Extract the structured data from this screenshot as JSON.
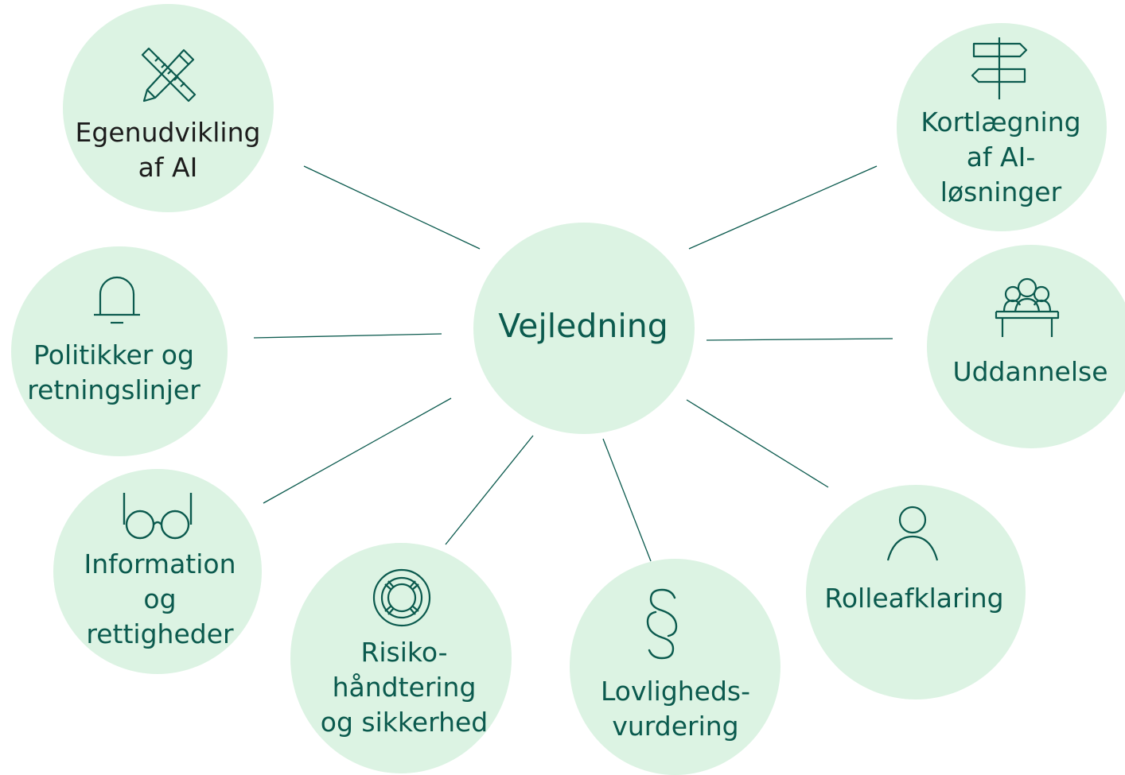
{
  "colors": {
    "circle_fill": "#dcf3e3",
    "connector": "#0b5a4e",
    "text": "#0b5a4e",
    "text_dark": "#1c1c1c"
  },
  "center": {
    "label": "Vejledning"
  },
  "topics": [
    {
      "id": "egenudvikling",
      "label": "Egenudvikling\naf AI",
      "icon": "pencil-ruler-icon"
    },
    {
      "id": "kortlaegning",
      "label": "Kortlægning\naf AI-løsninger",
      "icon": "signpost-icon"
    },
    {
      "id": "politikker",
      "label": "Politikker og\nretningslinjer",
      "icon": "bell-icon"
    },
    {
      "id": "uddannelse",
      "label": "Uddannelse",
      "icon": "classroom-icon"
    },
    {
      "id": "information",
      "label": "Information\nog\nrettigheder",
      "icon": "glasses-icon"
    },
    {
      "id": "risiko",
      "label": "Risiko-\nhåndtering\nog sikkerhed",
      "icon": "lifebuoy-icon"
    },
    {
      "id": "lovligheds",
      "label": "Lovligheds-\nvurdering",
      "icon": "paragraph-icon"
    },
    {
      "id": "rolle",
      "label": "Rolleafklaring",
      "icon": "person-icon"
    }
  ]
}
